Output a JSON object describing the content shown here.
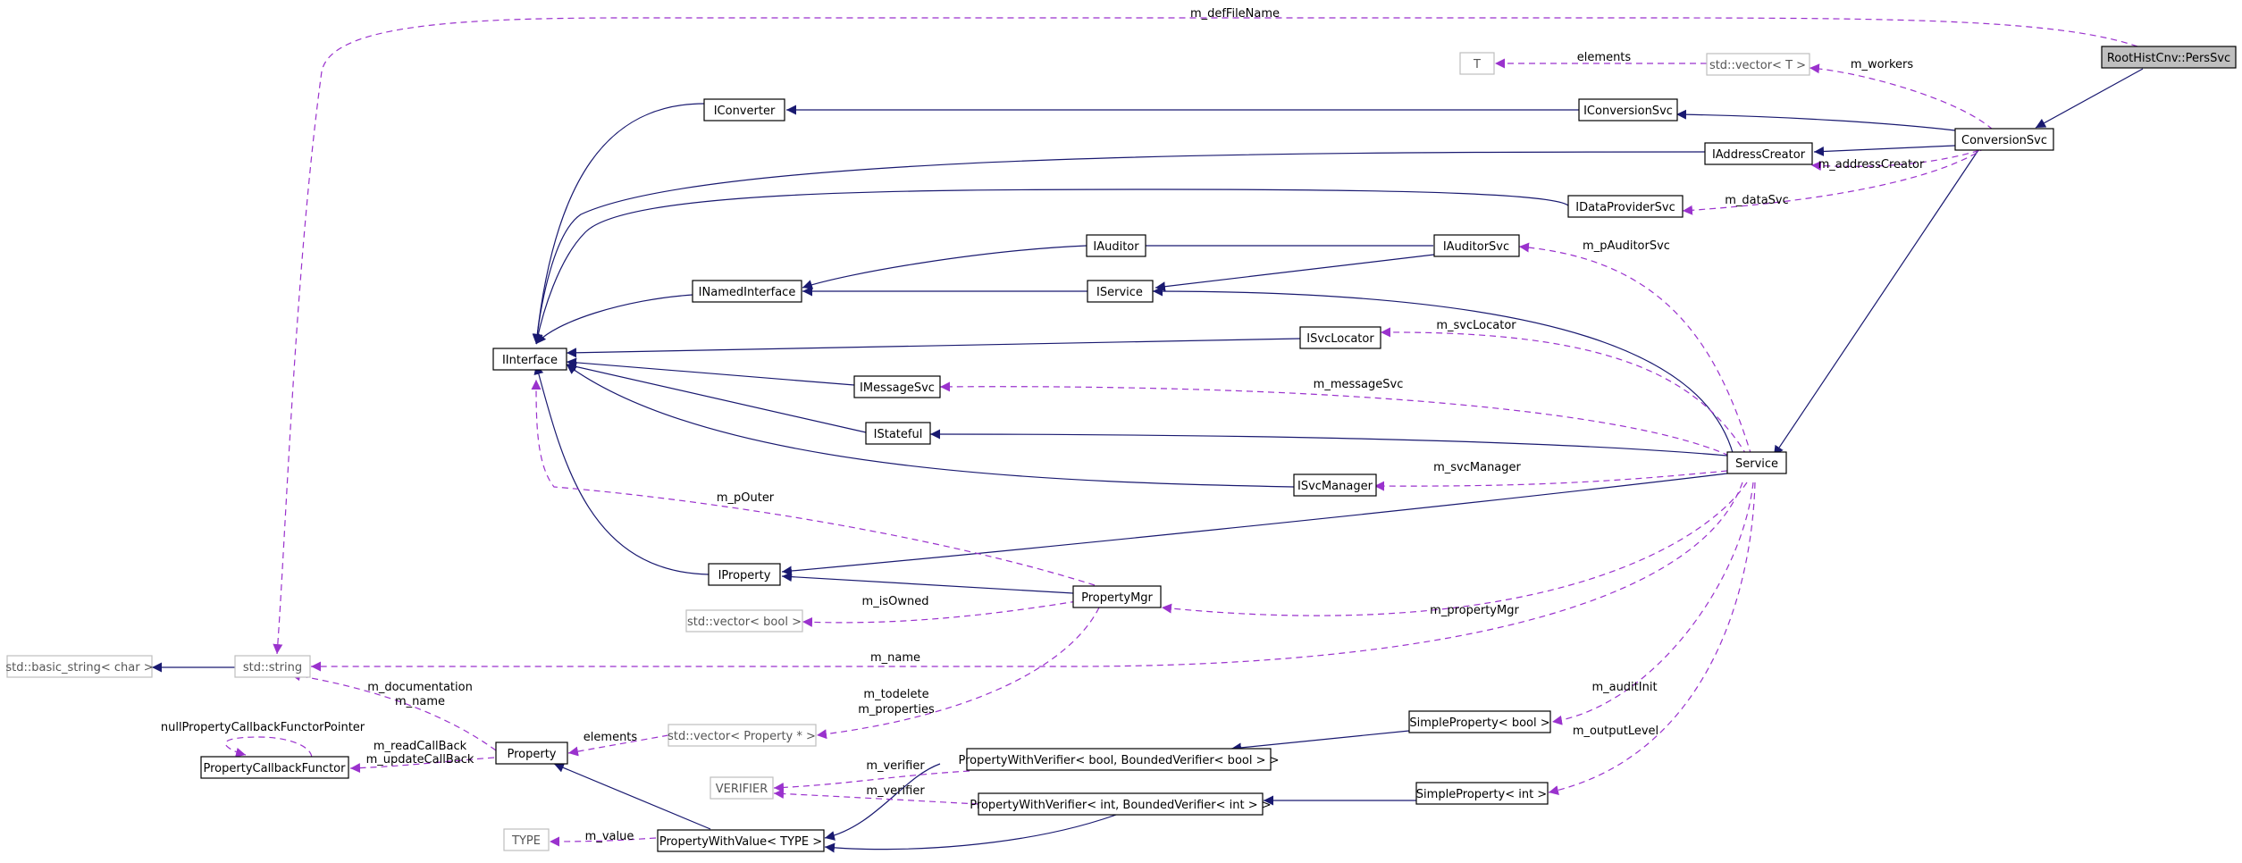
{
  "nodes": {
    "RootHistCnv_PersSvc": "RootHistCnv::PersSvc",
    "T": "T",
    "std_vector_T": "std::vector< T >",
    "ConversionSvc": "ConversionSvc",
    "IConverter": "IConverter",
    "IConversionSvc": "IConversionSvc",
    "IAddressCreator": "IAddressCreator",
    "IDataProviderSvc": "IDataProviderSvc",
    "IAuditor": "IAuditor",
    "IAuditorSvc": "IAuditorSvc",
    "INamedInterface": "INamedInterface",
    "IService": "IService",
    "IInterface": "IInterface",
    "ISvcLocator": "ISvcLocator",
    "IMessageSvc": "IMessageSvc",
    "IStateful": "IStateful",
    "Service": "Service",
    "ISvcManager": "ISvcManager",
    "IProperty": "IProperty",
    "PropertyMgr": "PropertyMgr",
    "std_vector_bool": "std::vector< bool >",
    "std_basic_string": "std::basic_string< char >",
    "std_string": "std::string",
    "SimpleProperty_bool": "SimpleProperty< bool >",
    "Property": "Property",
    "std_vector_Property": "std::vector< Property * >",
    "PropertyCallbackFunctor": "PropertyCallbackFunctor",
    "PWV_bool": "PropertyWithVerifier< bool, BoundedVerifier< bool > >",
    "VERIFIER": "VERIFIER",
    "PWV_int": "PropertyWithVerifier< int, BoundedVerifier< int > >",
    "SimpleProperty_int": "SimpleProperty< int >",
    "TYPE": "TYPE",
    "PropertyWithValue": "PropertyWithValue< TYPE >"
  },
  "edge_labels": {
    "m_defFileName": "m_defFileName",
    "elements_T": "elements",
    "m_workers": "m_workers",
    "m_addressCreator": "m_addressCreator",
    "m_dataSvc": "m_dataSvc",
    "m_pAuditorSvc": "m_pAuditorSvc",
    "m_svcLocator": "m_svcLocator",
    "m_messageSvc": "m_messageSvc",
    "m_svcManager": "m_svcManager",
    "m_pOuter": "m_pOuter",
    "m_isOwned": "m_isOwned",
    "m_propertyMgr": "m_propertyMgr",
    "m_name_service": "m_name",
    "m_documentation": "m_documentation",
    "m_name_property": "m_name",
    "m_todelete": "m_todelete",
    "m_properties": "m_properties",
    "m_auditInit": "m_auditInit",
    "nullPropertyCallbackFunctorPointer": "nullPropertyCallbackFunctorPointer",
    "m_readCallBack": "m_readCallBack",
    "m_updateCallBack": "m_updateCallBack",
    "elements_Property": "elements",
    "m_outputLevel": "m_outputLevel",
    "m_verifier_1": "m_verifier",
    "m_verifier_2": "m_verifier",
    "m_value": "m_value"
  },
  "colors": {
    "inheritance": "#191970",
    "usage": "#9a32cd",
    "root_fill": "#bfbfbf",
    "template_border": "#bfbfbf"
  }
}
